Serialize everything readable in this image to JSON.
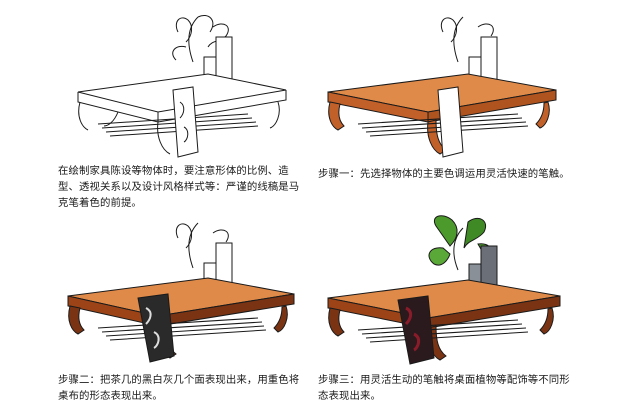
{
  "captions": {
    "intro": "在绘制家具陈设等物体时，要注意形体的比例、造型、透视关系以及设计风格样式等：严谨的线稿是马克笔着色的前提。",
    "step1": "步骤一：先选择物体的主要色调运用灵活快速的笔触。",
    "step2": "步骤二：把茶几的黑白灰几个面表现出来，用重色将桌布的形态表现出来。",
    "step3": "步骤三：用灵活生动的笔触将桌面植物等配饰等不同形态表现出来。"
  },
  "colors": {
    "ink": "#1a1a1a",
    "wood_light": "#e08a4a",
    "wood_mid": "#c2602a",
    "wood_dark": "#7a3414",
    "cloth_dark": "#2a2a2a",
    "cloth_red": "#8a1c2a",
    "plant_green": "#4c9a2c",
    "vase_gray": "#6b7078"
  }
}
